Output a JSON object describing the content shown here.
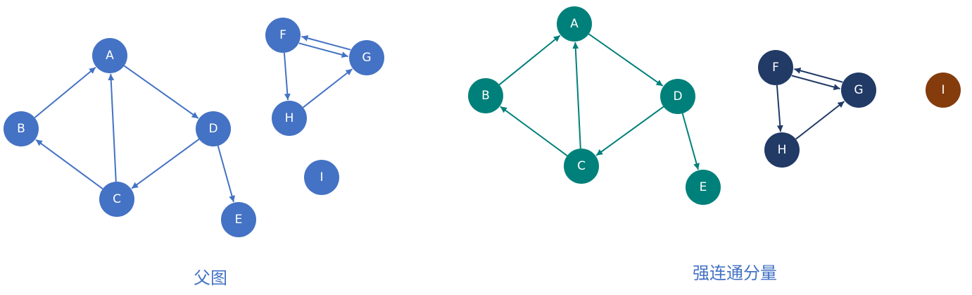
{
  "colors": {
    "parent_graph": "#4472c4",
    "scc_1": "#00807a",
    "scc_2": "#213a66",
    "scc_3": "#843c0c",
    "caption": "#4472c4"
  },
  "captions": {
    "left": "父图",
    "right": "强连通分量"
  },
  "diagrams": [
    {
      "id": "parent",
      "nodes": [
        {
          "id": "A",
          "label": "A",
          "group": "parent_graph"
        },
        {
          "id": "B",
          "label": "B",
          "group": "parent_graph"
        },
        {
          "id": "C",
          "label": "C",
          "group": "parent_graph"
        },
        {
          "id": "D",
          "label": "D",
          "group": "parent_graph"
        },
        {
          "id": "E",
          "label": "E",
          "group": "parent_graph"
        },
        {
          "id": "F",
          "label": "F",
          "group": "parent_graph"
        },
        {
          "id": "G",
          "label": "G",
          "group": "parent_graph"
        },
        {
          "id": "H",
          "label": "H",
          "group": "parent_graph"
        },
        {
          "id": "I",
          "label": "I",
          "group": "parent_graph"
        }
      ],
      "edges": [
        {
          "from": "B",
          "to": "A"
        },
        {
          "from": "A",
          "to": "D"
        },
        {
          "from": "C",
          "to": "A"
        },
        {
          "from": "C",
          "to": "B"
        },
        {
          "from": "D",
          "to": "C"
        },
        {
          "from": "D",
          "to": "E"
        },
        {
          "from": "F",
          "to": "G"
        },
        {
          "from": "G",
          "to": "F"
        },
        {
          "from": "F",
          "to": "H"
        },
        {
          "from": "H",
          "to": "G"
        }
      ]
    },
    {
      "id": "scc",
      "nodes": [
        {
          "id": "A",
          "label": "A",
          "group": "scc_1"
        },
        {
          "id": "B",
          "label": "B",
          "group": "scc_1"
        },
        {
          "id": "C",
          "label": "C",
          "group": "scc_1"
        },
        {
          "id": "D",
          "label": "D",
          "group": "scc_1"
        },
        {
          "id": "E",
          "label": "E",
          "group": "scc_1"
        },
        {
          "id": "F",
          "label": "F",
          "group": "scc_2"
        },
        {
          "id": "G",
          "label": "G",
          "group": "scc_2"
        },
        {
          "id": "H",
          "label": "H",
          "group": "scc_2"
        },
        {
          "id": "I",
          "label": "I",
          "group": "scc_3"
        }
      ],
      "edges": [
        {
          "from": "B",
          "to": "A"
        },
        {
          "from": "A",
          "to": "D"
        },
        {
          "from": "C",
          "to": "A"
        },
        {
          "from": "C",
          "to": "B"
        },
        {
          "from": "D",
          "to": "C"
        },
        {
          "from": "D",
          "to": "E"
        },
        {
          "from": "F",
          "to": "G"
        },
        {
          "from": "G",
          "to": "F"
        },
        {
          "from": "F",
          "to": "H"
        },
        {
          "from": "H",
          "to": "G"
        }
      ]
    }
  ]
}
